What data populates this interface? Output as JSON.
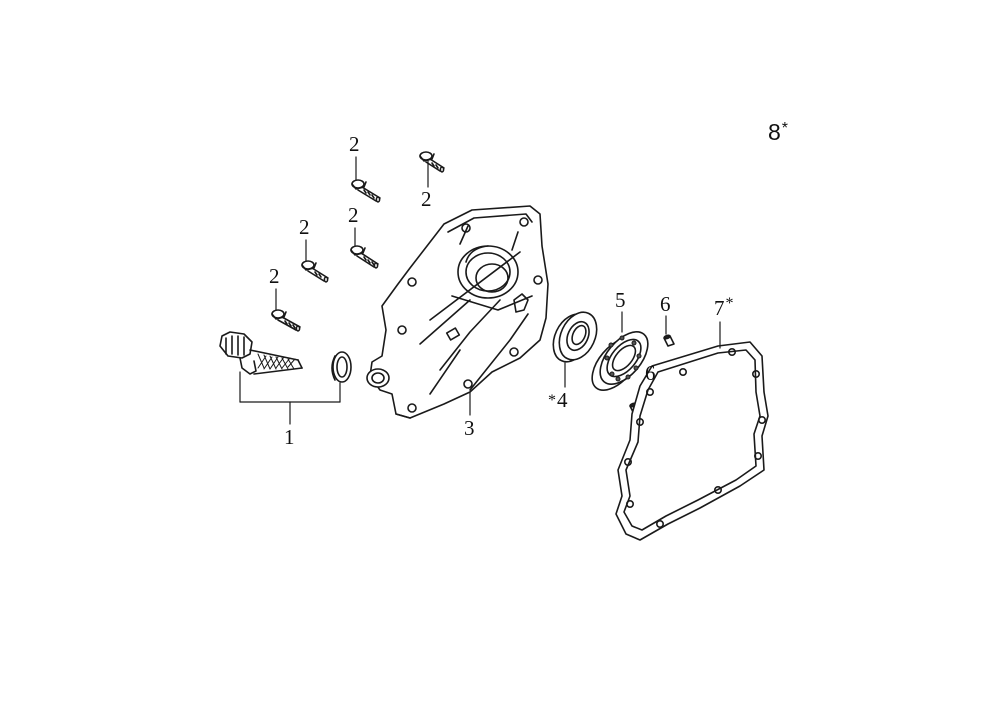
{
  "figure": {
    "kit_label": "8",
    "kit_mark": "*",
    "colors": {
      "line": "#1a1a1a",
      "fill": "#ffffff",
      "shade": "#555555"
    }
  },
  "callouts": [
    {
      "id": "1",
      "text": "1"
    },
    {
      "id": "2",
      "text": "2"
    },
    {
      "id": "3",
      "text": "3"
    },
    {
      "id": "4",
      "text": "4",
      "mark": "*"
    },
    {
      "id": "5",
      "text": "5"
    },
    {
      "id": "6",
      "text": "6"
    },
    {
      "id": "7",
      "text": "7",
      "mark": "*"
    }
  ],
  "parts": [
    {
      "ref": "1",
      "icon": "oil-filler-cap-dipstick-icon"
    },
    {
      "ref": "2",
      "icon": "flange-bolt-icon"
    },
    {
      "ref": "3",
      "icon": "crankcase-cover-icon"
    },
    {
      "ref": "4",
      "icon": "oil-seal-icon"
    },
    {
      "ref": "5",
      "icon": "ball-bearing-icon"
    },
    {
      "ref": "6",
      "icon": "dowel-pin-icon"
    },
    {
      "ref": "7",
      "icon": "cover-gasket-icon"
    }
  ]
}
